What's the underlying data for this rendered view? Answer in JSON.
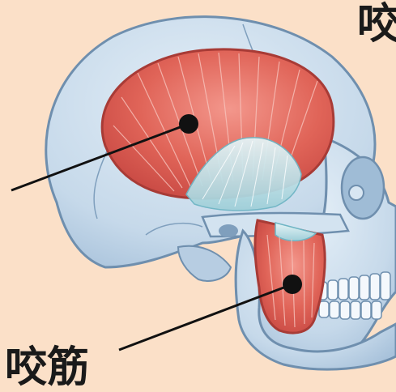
{
  "title_text": "咬",
  "bottom_label_text": "咬筋",
  "colors": {
    "background": "#fbe0c8",
    "bone": "#c9dcec",
    "bone_shade": "#9fbcd6",
    "bone_outline": "#6f8fae",
    "muscle": "#d9534f",
    "muscle_highlight": "#f08a80",
    "tendon": "#bfe3ea",
    "leader_line": "#111111"
  },
  "icons": [
    "skull-illustration",
    "temporalis-muscle",
    "masseter-muscle",
    "pointer-dot"
  ]
}
